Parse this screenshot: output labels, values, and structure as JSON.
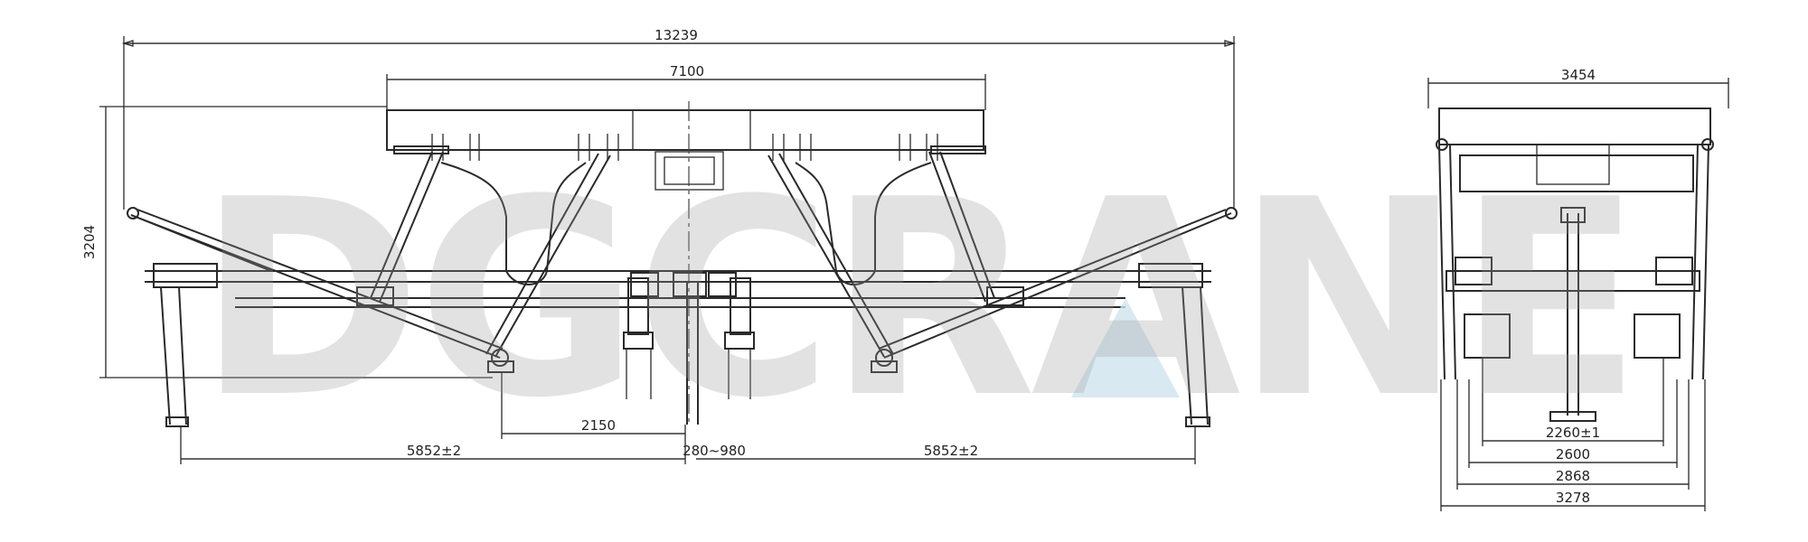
{
  "watermark": {
    "text": "DGCRANE",
    "accent_color": "#cfe3ef",
    "color": "#9a9a9a"
  },
  "side_view": {
    "dims": {
      "overall_length": "13239",
      "top_beam_length": "7100",
      "height": "3204",
      "inner_span": "2150",
      "left_span": "5852±2",
      "center_gap": "280~980",
      "right_span": "5852±2"
    }
  },
  "end_view": {
    "dims": {
      "top_width": "3454",
      "w1": "2260±1",
      "w2": "2600",
      "w3": "2868",
      "w4": "3278"
    }
  }
}
